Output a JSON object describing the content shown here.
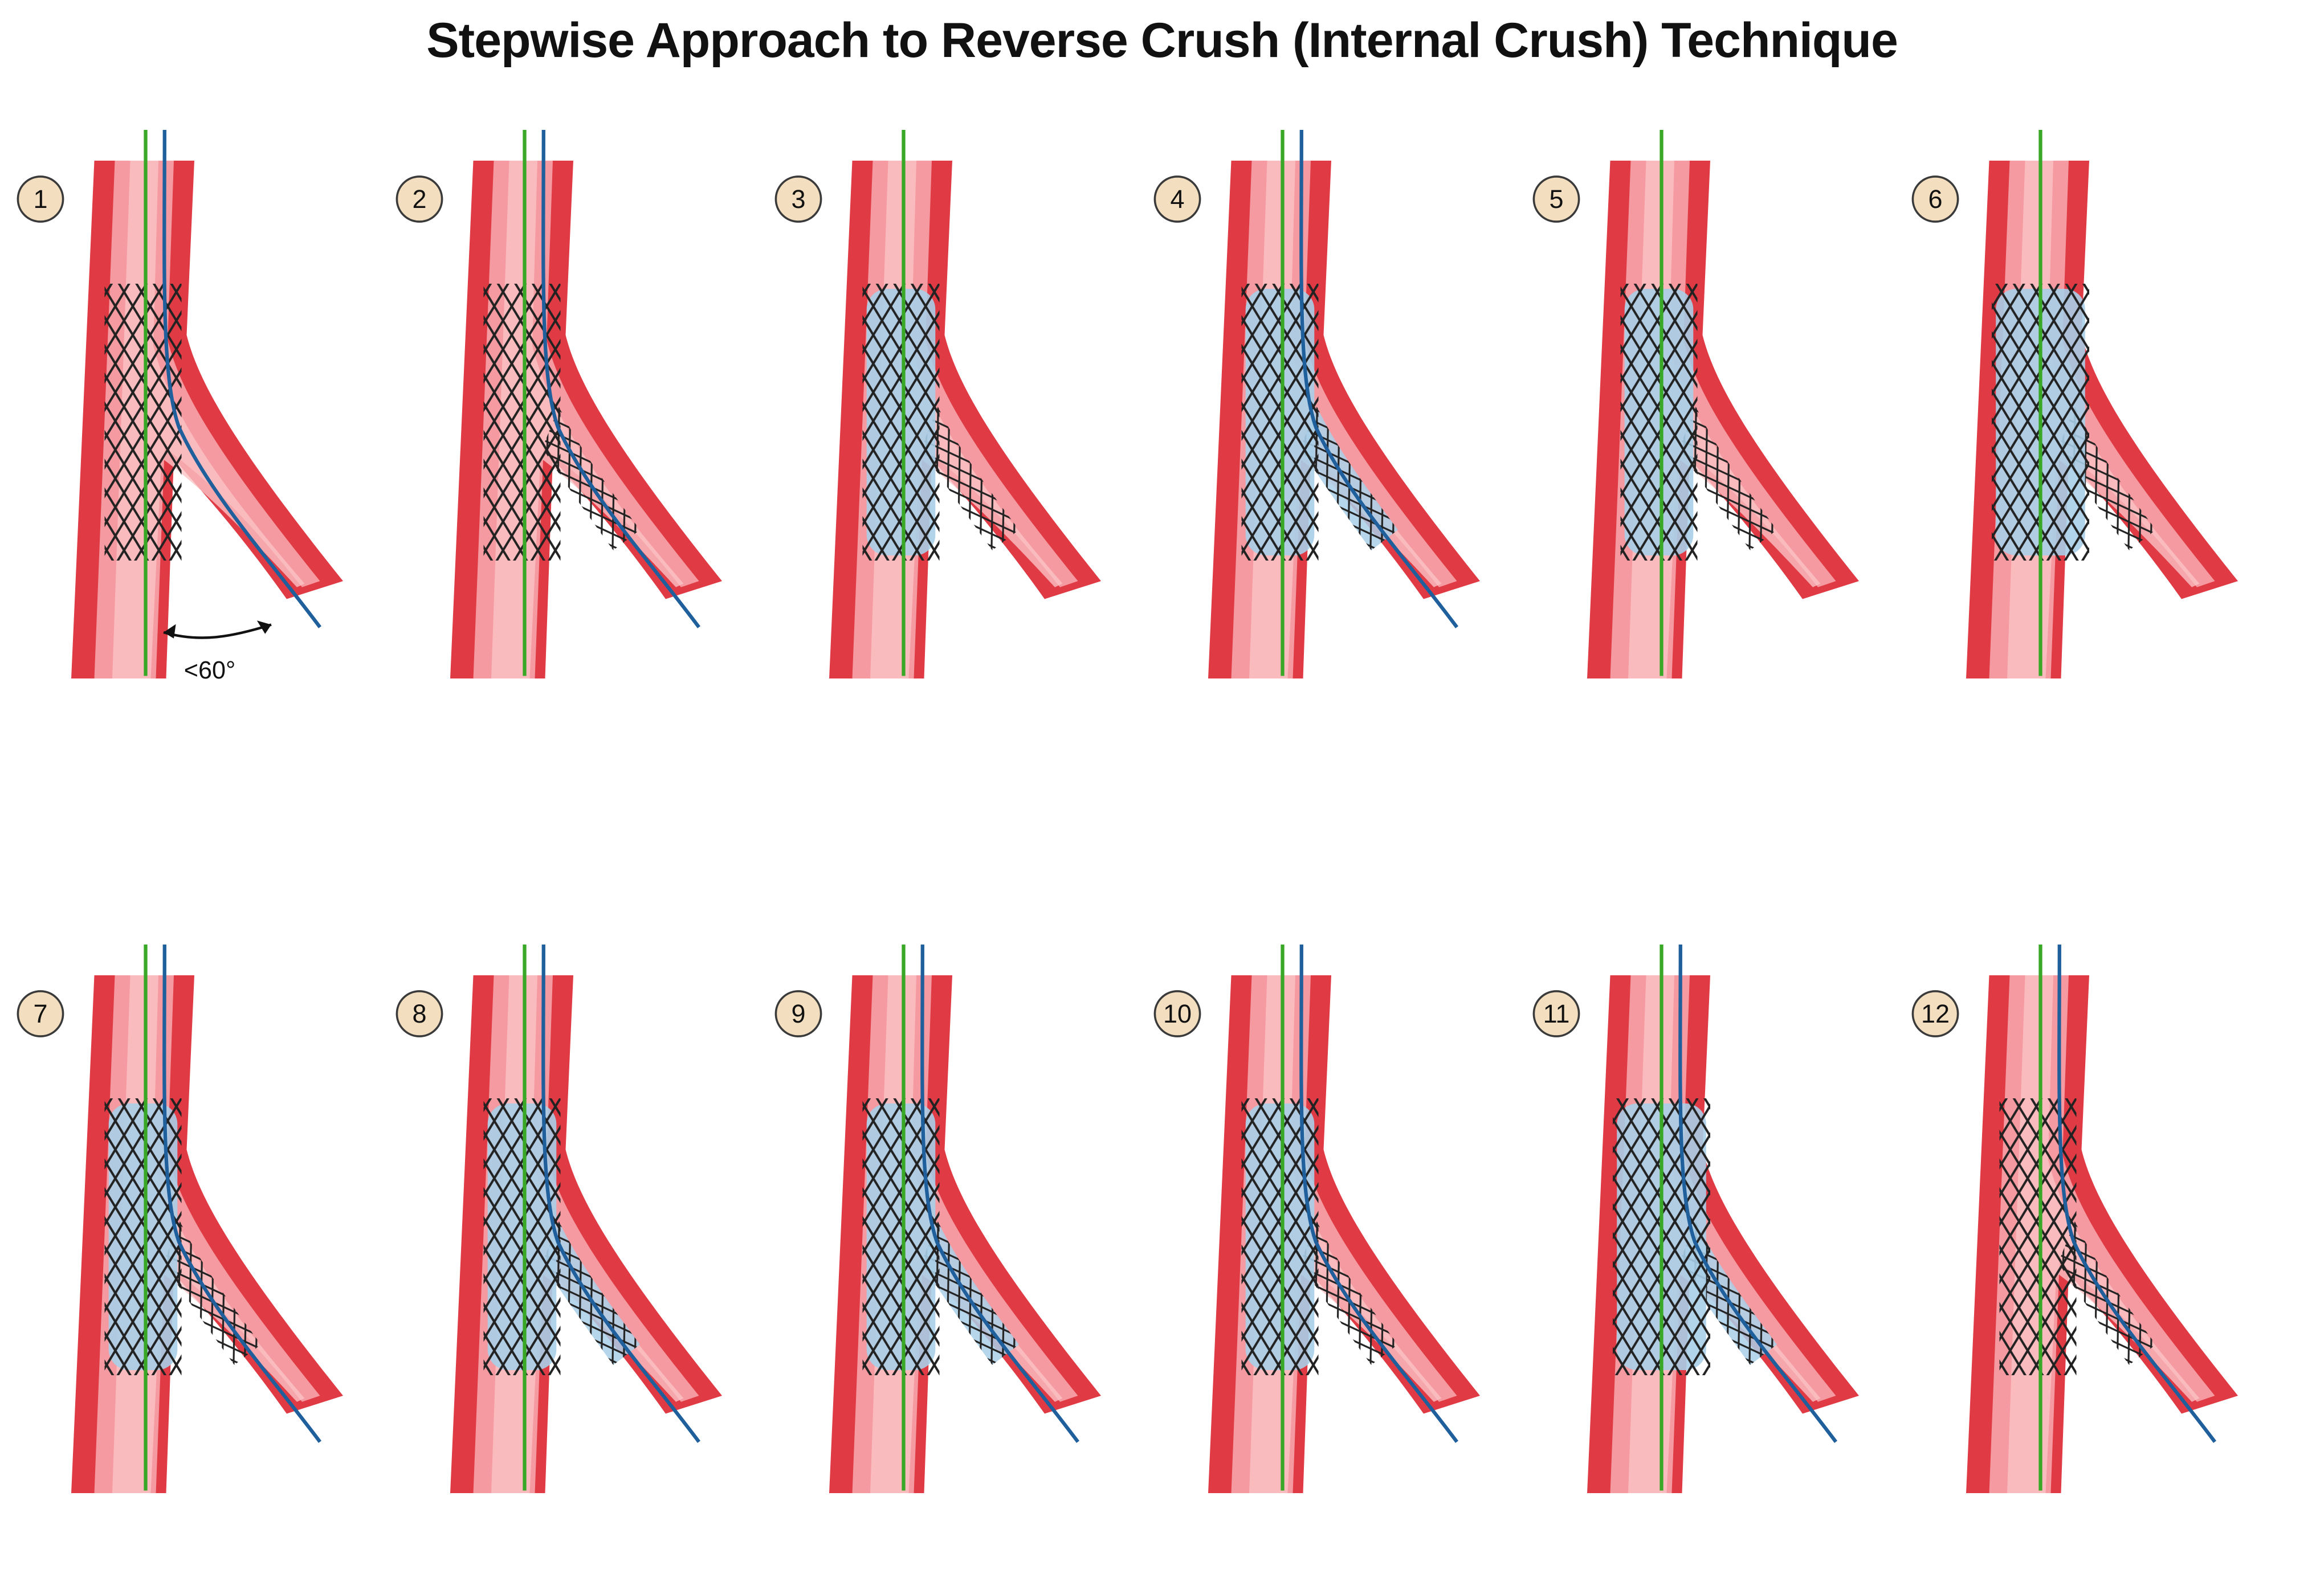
{
  "title": "Stepwise Approach to Reverse Crush (Internal Crush) Technique",
  "angle_label": "<60°",
  "colors": {
    "vessel_outer": "#e03a44",
    "vessel_inner": "#f59aa0",
    "vessel_core": "#fbc3c6",
    "main_wire": "#3aa827",
    "side_wire": "#1f5f9c",
    "stent_strut": "#222222",
    "balloon": "#a9cfe8",
    "badge_fill": "#f3dfbf",
    "badge_stroke": "#3a3a3a"
  },
  "steps": [
    {
      "label": "1",
      "main_stent": true,
      "side_stent": false,
      "side_wire": true,
      "main_balloon": false,
      "side_balloon": false,
      "kiss": false
    },
    {
      "label": "2",
      "main_stent": true,
      "side_stent": true,
      "side_wire": true,
      "main_balloon": false,
      "side_balloon": false,
      "kiss": false
    },
    {
      "label": "3",
      "main_stent": true,
      "side_stent": true,
      "side_wire": false,
      "main_balloon": true,
      "side_balloon": false,
      "kiss": false
    },
    {
      "label": "4",
      "main_stent": true,
      "side_stent": true,
      "side_wire": true,
      "main_balloon": true,
      "side_balloon": true,
      "kiss": false
    },
    {
      "label": "5",
      "main_stent": true,
      "side_stent": true,
      "side_wire": false,
      "main_balloon": true,
      "side_balloon": false,
      "kiss": false
    },
    {
      "label": "6",
      "main_stent": true,
      "side_stent": true,
      "side_wire": false,
      "main_balloon": true,
      "side_balloon": false,
      "kiss": true
    },
    {
      "label": "7",
      "main_stent": true,
      "side_stent": true,
      "side_wire": true,
      "main_balloon": true,
      "side_balloon": false,
      "kiss": false
    },
    {
      "label": "8",
      "main_stent": true,
      "side_stent": true,
      "side_wire": true,
      "main_balloon": true,
      "side_balloon": true,
      "kiss": false
    },
    {
      "label": "9",
      "main_stent": true,
      "side_stent": true,
      "side_wire": true,
      "main_balloon": true,
      "side_balloon": true,
      "kiss": false
    },
    {
      "label": "10",
      "main_stent": true,
      "side_stent": true,
      "side_wire": true,
      "main_balloon": true,
      "side_balloon": false,
      "kiss": false
    },
    {
      "label": "11",
      "main_stent": true,
      "side_stent": true,
      "side_wire": true,
      "main_balloon": true,
      "side_balloon": true,
      "kiss": true
    },
    {
      "label": "12",
      "main_stent": true,
      "side_stent": true,
      "side_wire": true,
      "main_balloon": false,
      "side_balloon": false,
      "kiss": false
    }
  ]
}
